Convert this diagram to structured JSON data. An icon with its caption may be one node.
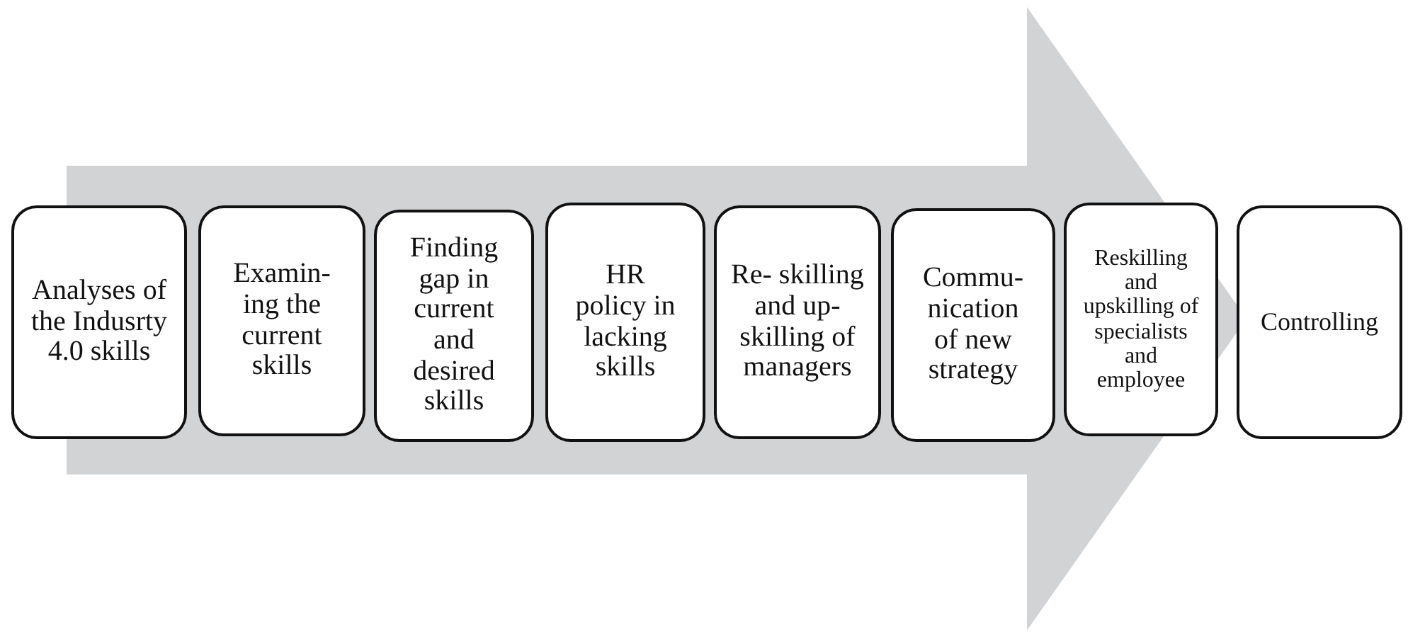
{
  "diagram": {
    "nodes": [
      {
        "text": [
          "Analyses of the Indusrty 4.0 skills"
        ]
      },
      {
        "text": [
          "Examin- ing the current skills"
        ]
      },
      {
        "text": [
          "Finding gap in current and desired skills"
        ]
      },
      {
        "text": [
          "HR policy in lacking skills"
        ]
      },
      {
        "text": [
          "Re- skilling and up- skilling of managers"
        ]
      },
      {
        "text": [
          "Commu- nication of new strategy"
        ]
      },
      {
        "text": [
          "Reskilling and upskilling of specialists and employee"
        ]
      },
      {
        "text": [
          "Controlling"
        ]
      }
    ],
    "edges": [
      {
        "from": 0,
        "to": 7,
        "arrow": "to"
      }
    ]
  }
}
